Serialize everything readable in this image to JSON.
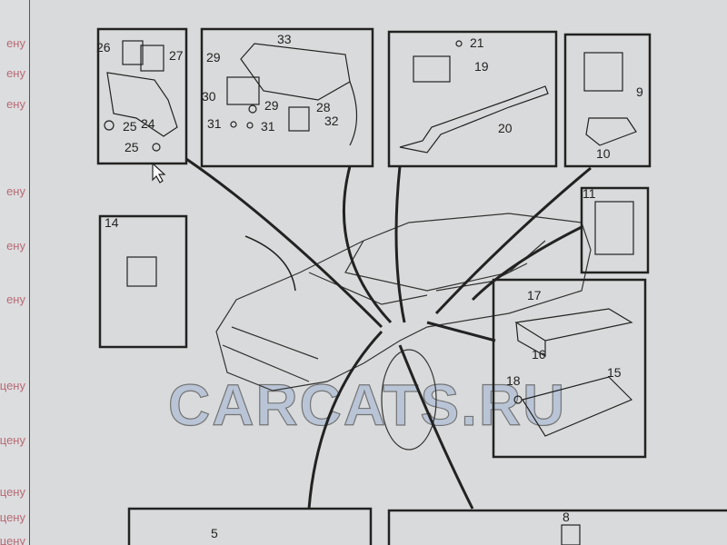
{
  "sidebar": {
    "price_links": [
      "ену",
      "ену",
      "ену",
      "ену",
      "ену",
      "ену",
      "цену",
      "цену",
      "цену",
      "цену",
      "цену"
    ]
  },
  "watermark": "CARCATS.RU",
  "callouts": {
    "box_relays_left": [
      "26",
      "27",
      "24",
      "25",
      "25"
    ],
    "box_bracket": [
      "33",
      "29",
      "30",
      "29",
      "28",
      "31",
      "31",
      "32"
    ],
    "box_timer": [
      "21",
      "19",
      "20"
    ],
    "box_relay_9": [
      "9",
      "10"
    ],
    "box_14": "14",
    "box_11": "11",
    "box_fusebox": [
      "17",
      "16",
      "18",
      "15"
    ],
    "box_5": "5",
    "box_8": "8"
  },
  "colors": {
    "line": "#222222",
    "price_link": "#b86a74",
    "watermark": "#9fb4d3"
  }
}
